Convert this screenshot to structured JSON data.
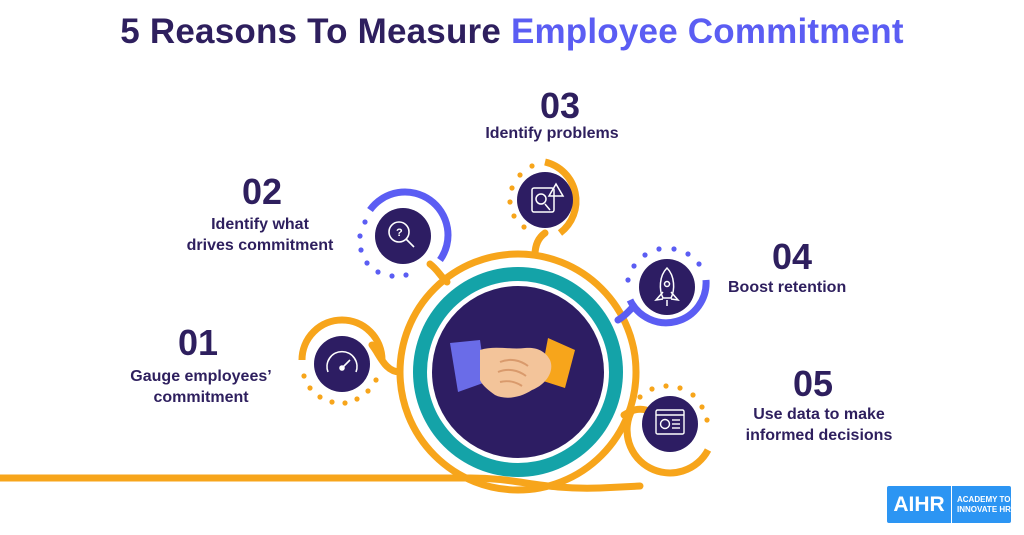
{
  "title": {
    "part1": "5 Reasons To Measure ",
    "part2": "Employee Commitment"
  },
  "colors": {
    "navy": "#2e1f5e",
    "purple": "#5b5df3",
    "orange": "#f7a51b",
    "teal": "#14a3a8",
    "center_navy": "#2d1d63"
  },
  "reasons": [
    {
      "number": "01",
      "line1": "Gauge employees’",
      "line2": "commitment",
      "icon": "speedometer-icon"
    },
    {
      "number": "02",
      "line1": "Identify what",
      "line2": "drives commitment",
      "icon": "magnifier-question-icon"
    },
    {
      "number": "03",
      "line1": "Identify problems",
      "line2": "",
      "icon": "document-alert-icon"
    },
    {
      "number": "04",
      "line1": "Boost retention",
      "line2": "",
      "icon": "rocket-icon"
    },
    {
      "number": "05",
      "line1": "Use data to make",
      "line2": "informed decisions",
      "icon": "analytics-screen-icon"
    }
  ],
  "center_icon": "handshake-icon",
  "logo": {
    "main": "AIHR",
    "sub1": "ACADEMY TO",
    "sub2": "INNOVATE HR"
  }
}
